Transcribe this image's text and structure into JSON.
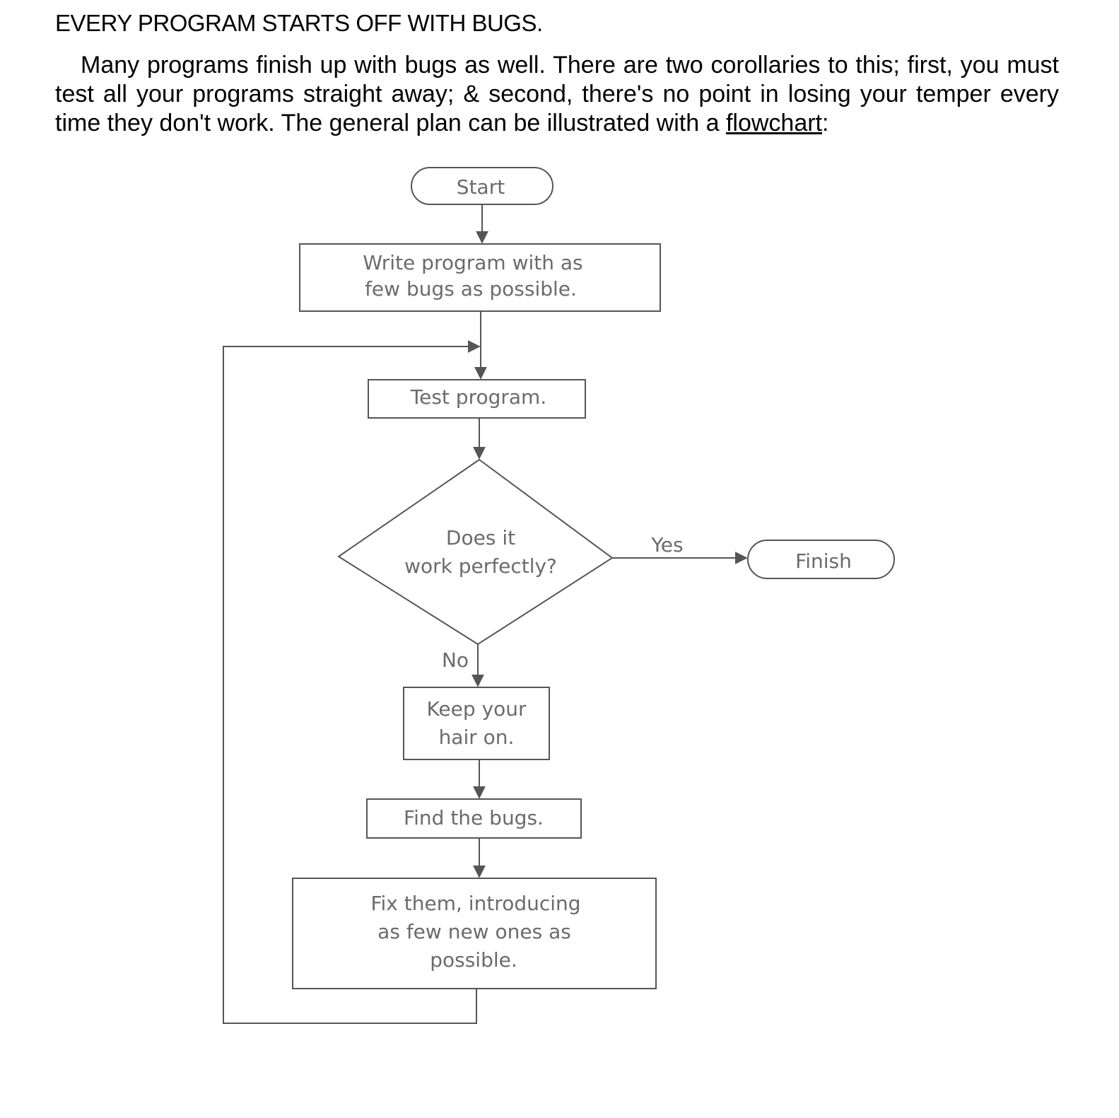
{
  "heading": "EVERY PROGRAM STARTS OFF WITH BUGS.",
  "paragraph": {
    "text": "Many programs finish up with bugs as well. There are two corollaries to this; first, you must test all your programs straight away; & second, there's no point in losing your temper every time they don't work. The general plan can be illustrated with a",
    "link": "flowchart",
    "after": ":"
  },
  "flowchart": {
    "start": "Start",
    "write": [
      "Write program with as",
      "few bugs as possible."
    ],
    "test": "Test program.",
    "decision": [
      "Does it",
      "work perfectly?"
    ],
    "yes_label": "Yes",
    "no_label": "No",
    "finish": "Finish",
    "keep": [
      "Keep your",
      "hair on."
    ],
    "find": "Find the bugs.",
    "fix": [
      "Fix them, introducing",
      "as few new ones as",
      "possible."
    ]
  },
  "colors": {
    "line": "#555555",
    "node_text": "#6b6b6b",
    "text": "#000000"
  }
}
